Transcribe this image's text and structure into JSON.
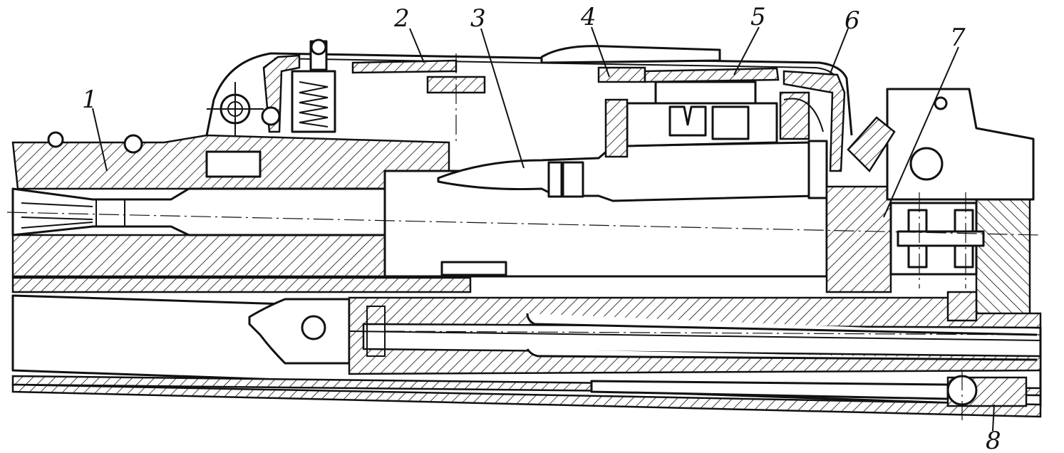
{
  "callouts": [
    {
      "id": "1",
      "text": "1"
    },
    {
      "id": "2",
      "text": "2"
    },
    {
      "id": "3",
      "text": "3"
    },
    {
      "id": "4",
      "text": "4"
    },
    {
      "id": "5",
      "text": "5"
    },
    {
      "id": "6",
      "text": "6"
    },
    {
      "id": "7",
      "text": "7"
    },
    {
      "id": "8",
      "text": "8"
    }
  ],
  "colors": {
    "ink": "#111111",
    "paper": "#ffffff"
  }
}
